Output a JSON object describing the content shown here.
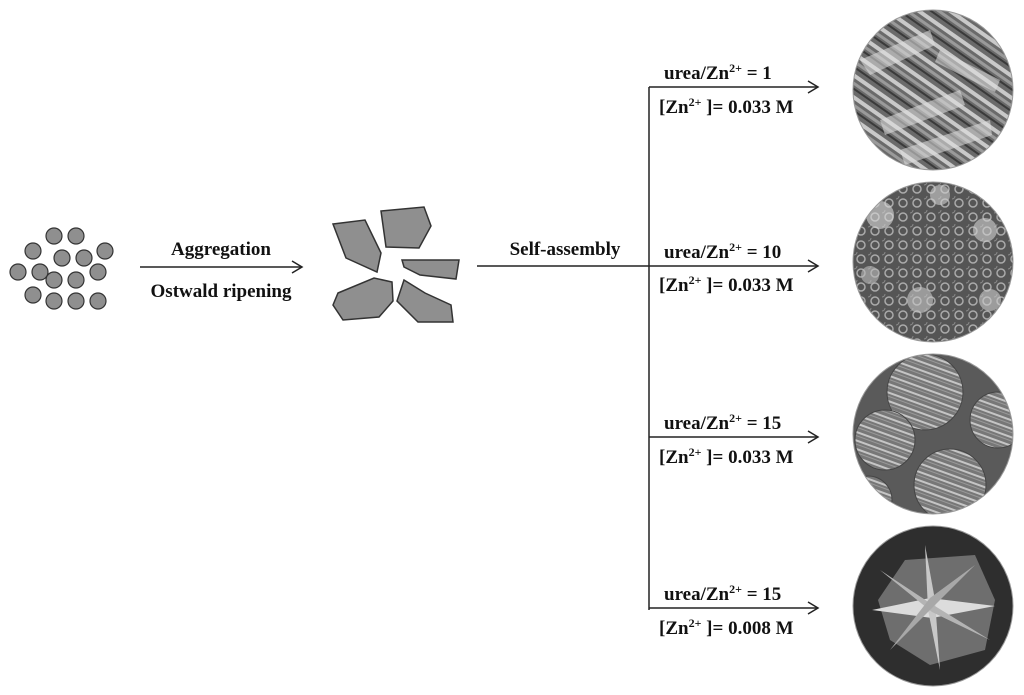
{
  "steps": {
    "step1_line1": "Aggregation",
    "step1_line2": "Ostwald ripening",
    "step2": "Self-assembly"
  },
  "conditions": [
    {
      "ratio_prefix": "urea/Zn",
      "ratio_sup": "2+",
      "ratio_value": " = 1",
      "conc_prefix": "[Zn",
      "conc_sup": "2+",
      "conc_value": " ]= 0.033 M"
    },
    {
      "ratio_prefix": "urea/Zn",
      "ratio_sup": "2+",
      "ratio_value": " = 10",
      "conc_prefix": "[Zn",
      "conc_sup": "2+",
      "conc_value": " ]= 0.033 M"
    },
    {
      "ratio_prefix": "urea/Zn",
      "ratio_sup": "2+",
      "ratio_value": " = 15",
      "conc_prefix": "[Zn",
      "conc_sup": "2+",
      "conc_value": " ]= 0.033 M"
    },
    {
      "ratio_prefix": "urea/Zn",
      "ratio_sup": "2+",
      "ratio_value": " = 15",
      "conc_prefix": "[Zn",
      "conc_sup": "2+",
      "conc_value": " ]= 0.008 M"
    }
  ],
  "colors": {
    "particle_fill": "#8f8f8f",
    "particle_stroke": "#333333",
    "line": "#222222"
  }
}
